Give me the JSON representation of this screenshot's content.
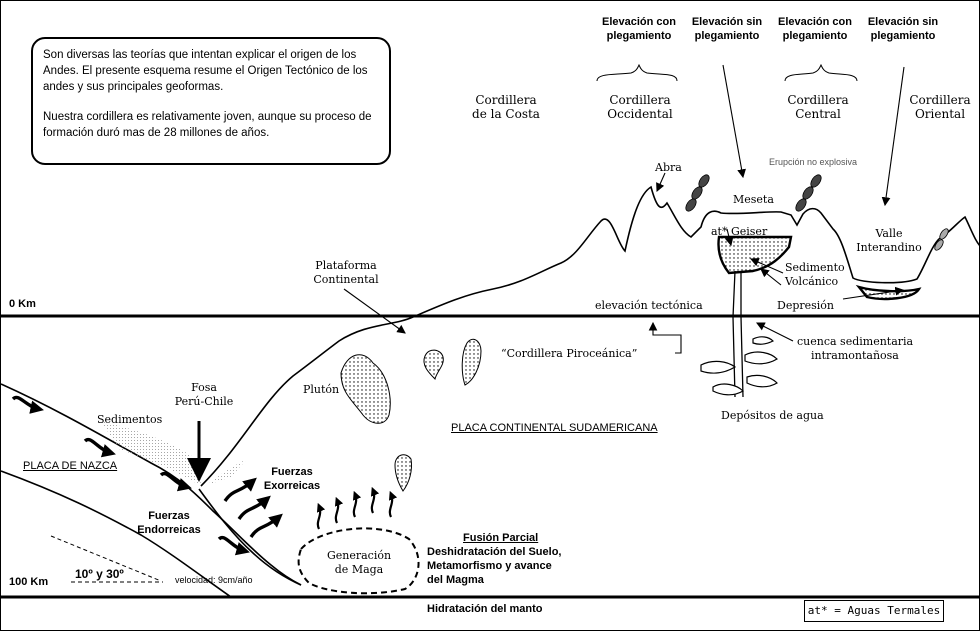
{
  "intro": {
    "p1": "Son diversas las teorías que intentan explicar el origen de los Andes. El presente esquema resume el Origen Tectónico de los andes y sus principales geoformas.",
    "p2": "Nuestra cordillera es relativamente joven, aunque su proceso de formación duró mas de 28 millones de años."
  },
  "elevations": [
    {
      "line1": "Elevación con",
      "line2": "plegamiento"
    },
    {
      "line1": "Elevación sin",
      "line2": "plegamiento"
    },
    {
      "line1": "Elevación con",
      "line2": "plegamiento"
    },
    {
      "line1": "Elevación sin",
      "line2": "plegamiento"
    }
  ],
  "cordilleras": {
    "costa": {
      "line1": "Cordillera",
      "line2": "de la Costa"
    },
    "occidental": {
      "line1": "Cordillera",
      "line2": "Occidental"
    },
    "central": {
      "line1": "Cordillera",
      "line2": "Central"
    },
    "oriental": {
      "line1": "Cordillera",
      "line2": "Oriental"
    }
  },
  "surface_labels": {
    "abra": "Abra",
    "erupcion": "Erupción no explosiva",
    "meseta": "Meseta",
    "geiser": "at* Geiser",
    "valle": {
      "line1": "Valle",
      "line2": "Interandino"
    },
    "sedimento": {
      "line1": "Sedimento",
      "line2": "Volcánico"
    },
    "depresion": "Depresión",
    "plataforma": {
      "line1": "Plataforma",
      "line2": "Continental"
    },
    "elevacion_tectonica": "elevación tectónica",
    "cuenca": {
      "line1": "cuenca sedimentaria",
      "line2": "intramontañosa"
    },
    "piroceanica": "“Cordillera Piroceánica”",
    "depositos": "Depósitos de agua",
    "pluton": "Plutón",
    "placa_continental": "PLACA CONTINENTAL SUDAMERICANA"
  },
  "subsurface": {
    "fosa": {
      "line1": "Fosa",
      "line2": "Perú-Chile"
    },
    "sedimentos": "Sedimentos",
    "placa_nazca": "PLACA DE NAZCA",
    "exorreicas": {
      "line1": "Fuerzas",
      "line2": "Exorreicas"
    },
    "endorreicas": {
      "line1": "Fuerzas",
      "line2": "Endorreicas"
    },
    "generacion": {
      "line1": "Generación",
      "line2": "de Maga"
    },
    "fusion": {
      "title": "Fusión Parcial",
      "line1": "Deshidratación del Suelo,",
      "line2": "Metamorfismo y avance",
      "line3": "del Magma"
    },
    "angulo": "10º y 30º",
    "velocidad": "velocidad: 9cm/año"
  },
  "depth": {
    "zero": "0 Km",
    "hundred": "100 Km"
  },
  "bottom": {
    "hidratacion": "Hidratación del manto",
    "legend": "at* = Aguas Termales"
  }
}
